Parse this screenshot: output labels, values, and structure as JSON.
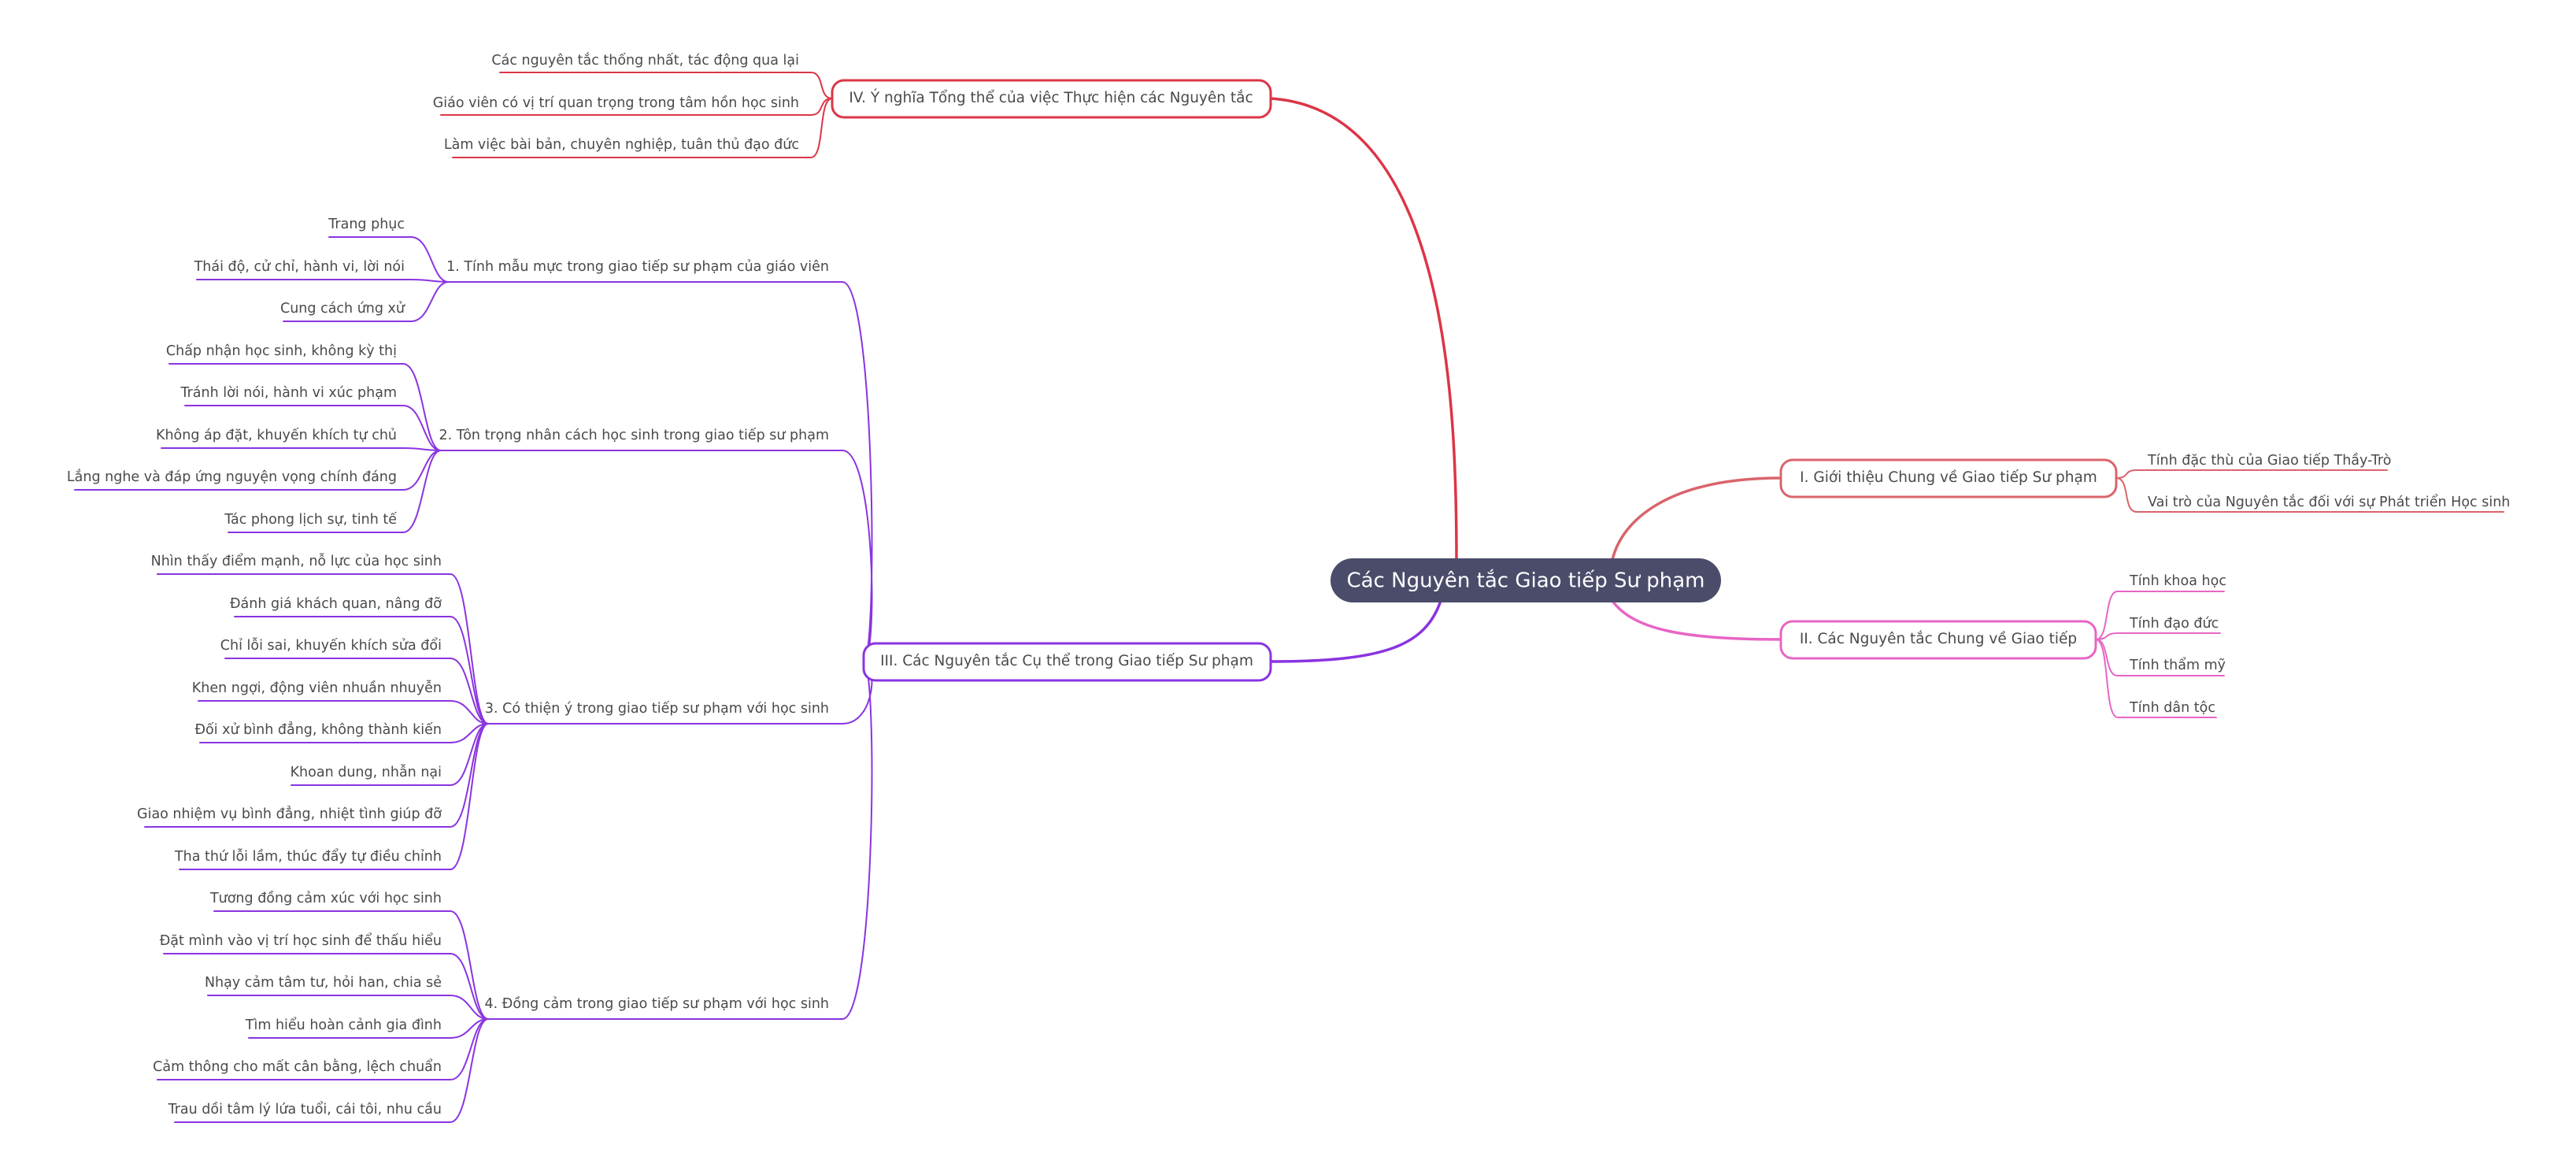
{
  "root": {
    "label": "Các Nguyên tắc Giao tiếp Sư phạm"
  },
  "colors": {
    "root_fill": "#4a4c6a",
    "root_text": "#ffffff",
    "text": "#4a4a4a",
    "section_1": "#d9646c",
    "section_2": "#e765c4",
    "section_3": "#8a34e0",
    "section_4": "#dc3547"
  },
  "sections": [
    {
      "label": "I. Giới thiệu Chung về Giao tiếp Sư phạm",
      "items": [
        {
          "label": "Tính đặc thù của Giao tiếp Thầy-Trò"
        },
        {
          "label": "Vai trò của Nguyên tắc đối với sự Phát triển Học sinh"
        }
      ]
    },
    {
      "label": "II. Các Nguyên tắc Chung về Giao tiếp",
      "items": [
        {
          "label": "Tính khoa học"
        },
        {
          "label": "Tính đạo đức"
        },
        {
          "label": "Tính thẩm mỹ"
        },
        {
          "label": "Tính dân tộc"
        }
      ]
    },
    {
      "label": "III. Các Nguyên tắc Cụ thể trong Giao tiếp Sư phạm",
      "items": [
        {
          "label": "1. Tính mẫu mực trong giao tiếp sư phạm của giáo viên",
          "items": [
            {
              "label": "Trang phục"
            },
            {
              "label": "Thái độ, cử chỉ, hành vi, lời nói"
            },
            {
              "label": "Cung cách ứng xử"
            }
          ]
        },
        {
          "label": "2. Tôn trọng nhân cách học sinh trong giao tiếp sư phạm",
          "items": [
            {
              "label": "Chấp nhận học sinh, không kỳ thị"
            },
            {
              "label": "Tránh lời nói, hành vi xúc phạm"
            },
            {
              "label": "Không áp đặt, khuyến khích tự chủ"
            },
            {
              "label": "Lắng nghe và đáp ứng nguyện vọng chính đáng"
            },
            {
              "label": "Tác phong lịch sự, tinh tế"
            }
          ]
        },
        {
          "label": "3. Có thiện ý trong giao tiếp sư phạm với học sinh",
          "items": [
            {
              "label": "Nhìn thấy điểm mạnh, nỗ lực của học sinh"
            },
            {
              "label": "Đánh giá khách quan, nâng đỡ"
            },
            {
              "label": "Chỉ lỗi sai, khuyến khích sửa đổi"
            },
            {
              "label": "Khen ngợi, động viên nhuần nhuyễn"
            },
            {
              "label": "Đối xử bình đẳng, không thành kiến"
            },
            {
              "label": "Khoan dung, nhẫn nại"
            },
            {
              "label": "Giao nhiệm vụ bình đẳng, nhiệt tình giúp đỡ"
            },
            {
              "label": "Tha thứ lỗi lầm, thúc đẩy tự điều chỉnh"
            }
          ]
        },
        {
          "label": "4. Đồng cảm trong giao tiếp sư phạm với học sinh",
          "items": [
            {
              "label": "Tương đồng cảm xúc với học sinh"
            },
            {
              "label": "Đặt mình vào vị trí học sinh để thấu hiểu"
            },
            {
              "label": "Nhạy cảm tâm tư, hỏi han, chia sẻ"
            },
            {
              "label": "Tìm hiểu hoàn cảnh gia đình"
            },
            {
              "label": "Cảm thông cho mất cân bằng, lệch chuẩn"
            },
            {
              "label": "Trau dồi tâm lý lứa tuổi, cái tôi, nhu cầu"
            }
          ]
        }
      ]
    },
    {
      "label": "IV. Ý nghĩa Tổng thể của việc Thực hiện các Nguyên tắc",
      "items": [
        {
          "label": "Các nguyên tắc thống nhất, tác động qua lại"
        },
        {
          "label": "Giáo viên có vị trí quan trọng trong tâm hồn học sinh"
        },
        {
          "label": "Làm việc bài bản, chuyên nghiệp, tuân thủ đạo đức"
        }
      ]
    }
  ]
}
